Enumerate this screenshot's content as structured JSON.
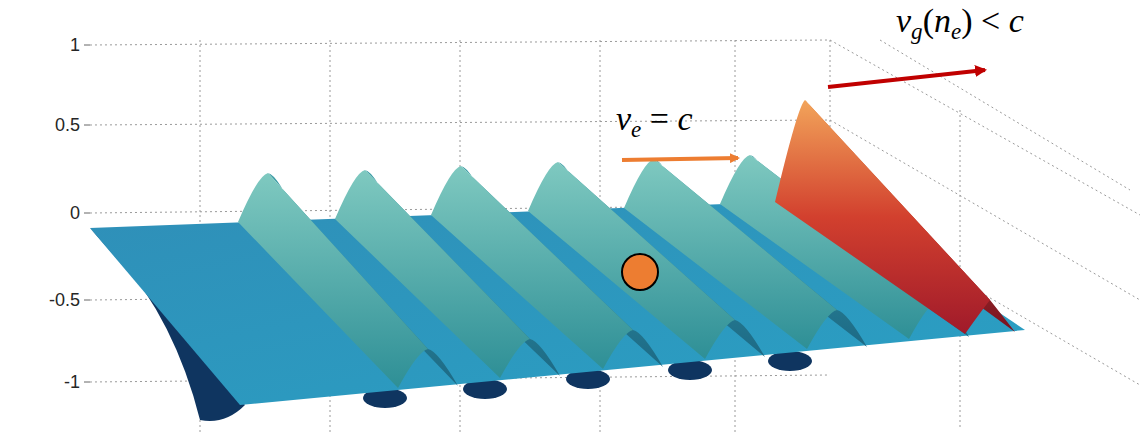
{
  "diagram": {
    "labels": [
      "1",
      "0.5",
      "0",
      "-0.5",
      "-1",
      "ve = c",
      "vg(ne) < c"
    ]
  }
}
